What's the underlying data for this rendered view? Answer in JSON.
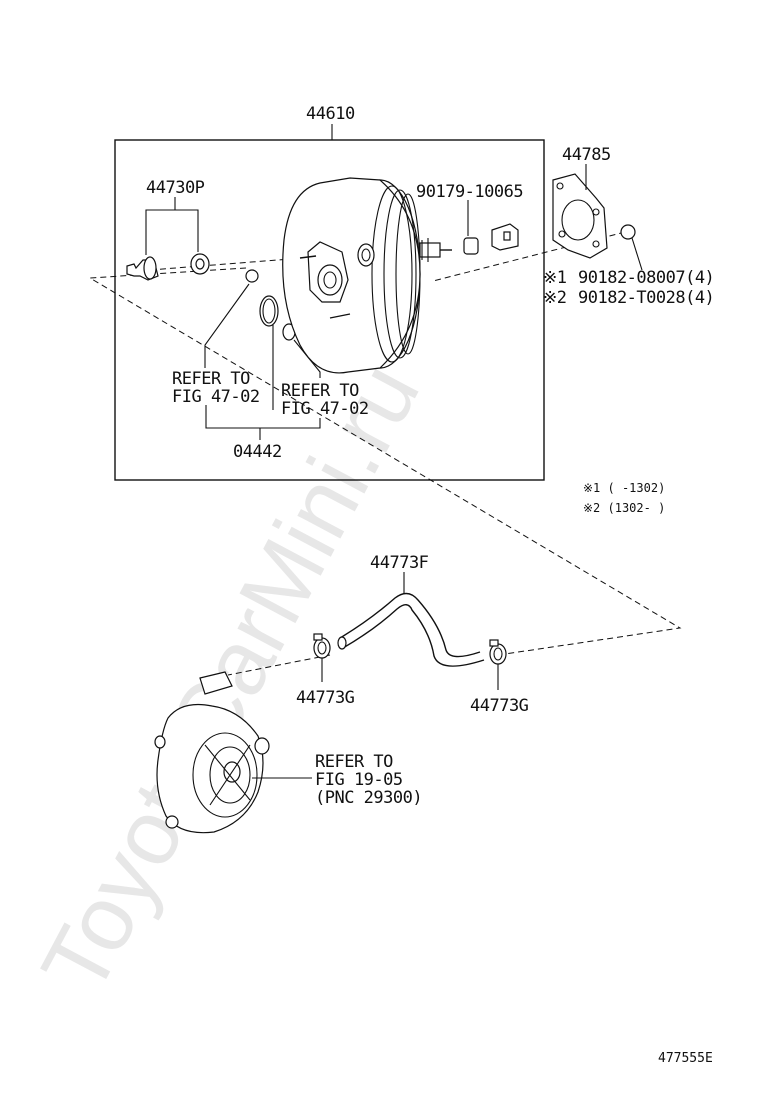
{
  "watermark": "ToyotaCarMini.ru",
  "labels": {
    "booster": "44610",
    "gasket": "44785",
    "check_valve": "44730P",
    "clevis": "90179-10065",
    "nut1": "90182-08007(4)",
    "nut2": "90182-T0028(4)",
    "mark1": "※1",
    "mark2": "※2",
    "refer_a_1": "REFER TO",
    "refer_a_2": "FIG 47-02",
    "refer_b_1": "REFER TO",
    "refer_b_2": "FIG 47-02",
    "seal_kit": "04442",
    "hose": "44773F",
    "clamp_left": "44773G",
    "clamp_right": "44773G",
    "pump_refer_1": "REFER TO",
    "pump_refer_2": "FIG 19-05",
    "pump_refer_3": "(PNC 29300)"
  },
  "notes": {
    "note1": "※1 (      -1302)",
    "note2": "※2 (1302-       )"
  },
  "figure_id": "477555E"
}
